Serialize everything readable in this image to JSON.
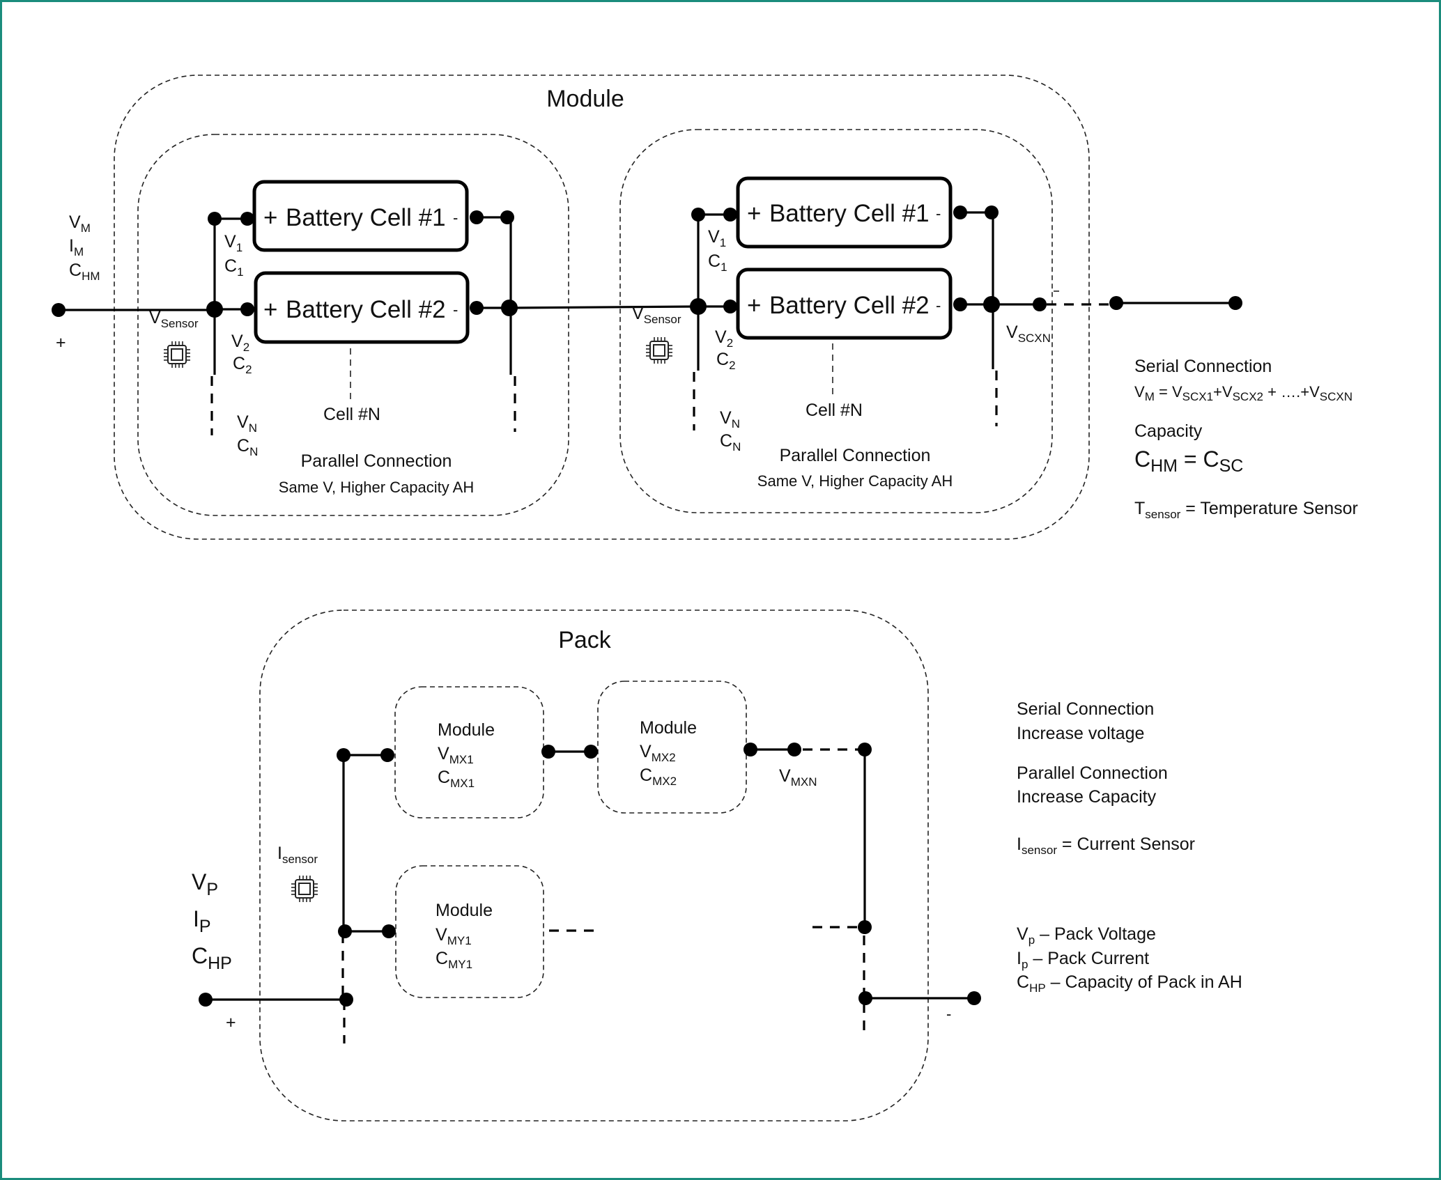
{
  "colors": {
    "frame_border": "#1b8c7c",
    "ink": "#000000",
    "background": "#ffffff"
  },
  "module_diagram": {
    "title": "Module",
    "inputs": {
      "v": {
        "base": "V",
        "sub": "M"
      },
      "i": {
        "base": "I",
        "sub": "M"
      },
      "c": {
        "base": "C",
        "sub": "HM"
      },
      "polarity": "+"
    },
    "groups": [
      {
        "sensor": {
          "base": "V",
          "sub": "Sensor",
          "icon": "chip-icon"
        },
        "cells": [
          {
            "plus": "+",
            "label": "Battery Cell #1",
            "minus": "-",
            "v": {
              "base": "V",
              "sub": "1"
            },
            "c": {
              "base": "C",
              "sub": "1"
            }
          },
          {
            "plus": "+",
            "label": "Battery Cell #2",
            "minus": "-",
            "v": {
              "base": "V",
              "sub": "2"
            },
            "c": {
              "base": "C",
              "sub": "2"
            }
          }
        ],
        "cell_n": "Cell #N",
        "vn": {
          "base": "V",
          "sub": "N"
        },
        "cn": {
          "base": "C",
          "sub": "N"
        },
        "caption": "Parallel Connection",
        "subcaption": "Same V, Higher Capacity AH"
      },
      {
        "sensor": {
          "base": "V",
          "sub": "Sensor",
          "icon": "chip-icon"
        },
        "cells": [
          {
            "plus": "+",
            "label": "Battery Cell #1",
            "minus": "-",
            "v": {
              "base": "V",
              "sub": "1"
            },
            "c": {
              "base": "C",
              "sub": "1"
            }
          },
          {
            "plus": "+",
            "label": "Battery Cell #2",
            "minus": "-",
            "v": {
              "base": "V",
              "sub": "2"
            },
            "c": {
              "base": "C",
              "sub": "2"
            }
          }
        ],
        "cell_n": "Cell #N",
        "vn": {
          "base": "V",
          "sub": "N"
        },
        "cn": {
          "base": "C",
          "sub": "N"
        },
        "caption": "Parallel Connection",
        "subcaption": "Same V, Higher Capacity AH",
        "output": {
          "base": "V",
          "sub": "SCXN"
        }
      }
    ],
    "notes": {
      "serial_title": "Serial Connection",
      "serial_formula": {
        "lhs": {
          "base": "V",
          "sub": "M"
        },
        "eq": " = ",
        "terms": [
          {
            "base": "V",
            "sub": "SCX1"
          },
          {
            "sep": "+"
          },
          {
            "base": "V",
            "sub": "SCX2"
          },
          {
            "sep": " + ….+"
          },
          {
            "base": "V",
            "sub": "SCXN"
          }
        ]
      },
      "capacity_title": "Capacity",
      "capacity_formula": {
        "lhs": {
          "base": "C",
          "sub": "HM"
        },
        "eq": " = ",
        "rhs": {
          "base": "C",
          "sub": "SC"
        }
      },
      "tsensor": {
        "base": "T",
        "sub": "sensor",
        "text": " = Temperature Sensor"
      }
    }
  },
  "pack_diagram": {
    "title": "Pack",
    "inputs": {
      "v": {
        "base": "V",
        "sub": "P"
      },
      "i": {
        "base": "I",
        "sub": "P"
      },
      "c": {
        "base": "C",
        "sub": "HP"
      },
      "plus": "+",
      "minus": "-"
    },
    "sensor": {
      "base": "I",
      "sub": "sensor",
      "icon": "chip-icon"
    },
    "modules": [
      {
        "label": "Module",
        "v": {
          "base": "V",
          "sub": "MX1"
        },
        "c": {
          "base": "C",
          "sub": "MX1"
        }
      },
      {
        "label": "Module",
        "v": {
          "base": "V",
          "sub": "MX2"
        },
        "c": {
          "base": "C",
          "sub": "MX2"
        }
      },
      {
        "label": "Module",
        "v": {
          "base": "V",
          "sub": "MY1"
        },
        "c": {
          "base": "C",
          "sub": "MY1"
        }
      }
    ],
    "vmxn": {
      "base": "V",
      "sub": "MXN"
    },
    "notes": {
      "serial_title": "Serial Connection",
      "serial_desc": "Increase voltage",
      "parallel_title": "Parallel Connection",
      "parallel_desc": "Increase Capacity",
      "isensor": {
        "base": "I",
        "sub": "sensor",
        "text": " = Current Sensor"
      },
      "legend": [
        {
          "base": "V",
          "sub": "p",
          "text": " – Pack Voltage"
        },
        {
          "base": "I",
          "sub": "p",
          "text": " – Pack Current"
        },
        {
          "base": "C",
          "sub": "HP",
          "text": " – Capacity of Pack in AH"
        }
      ]
    }
  }
}
